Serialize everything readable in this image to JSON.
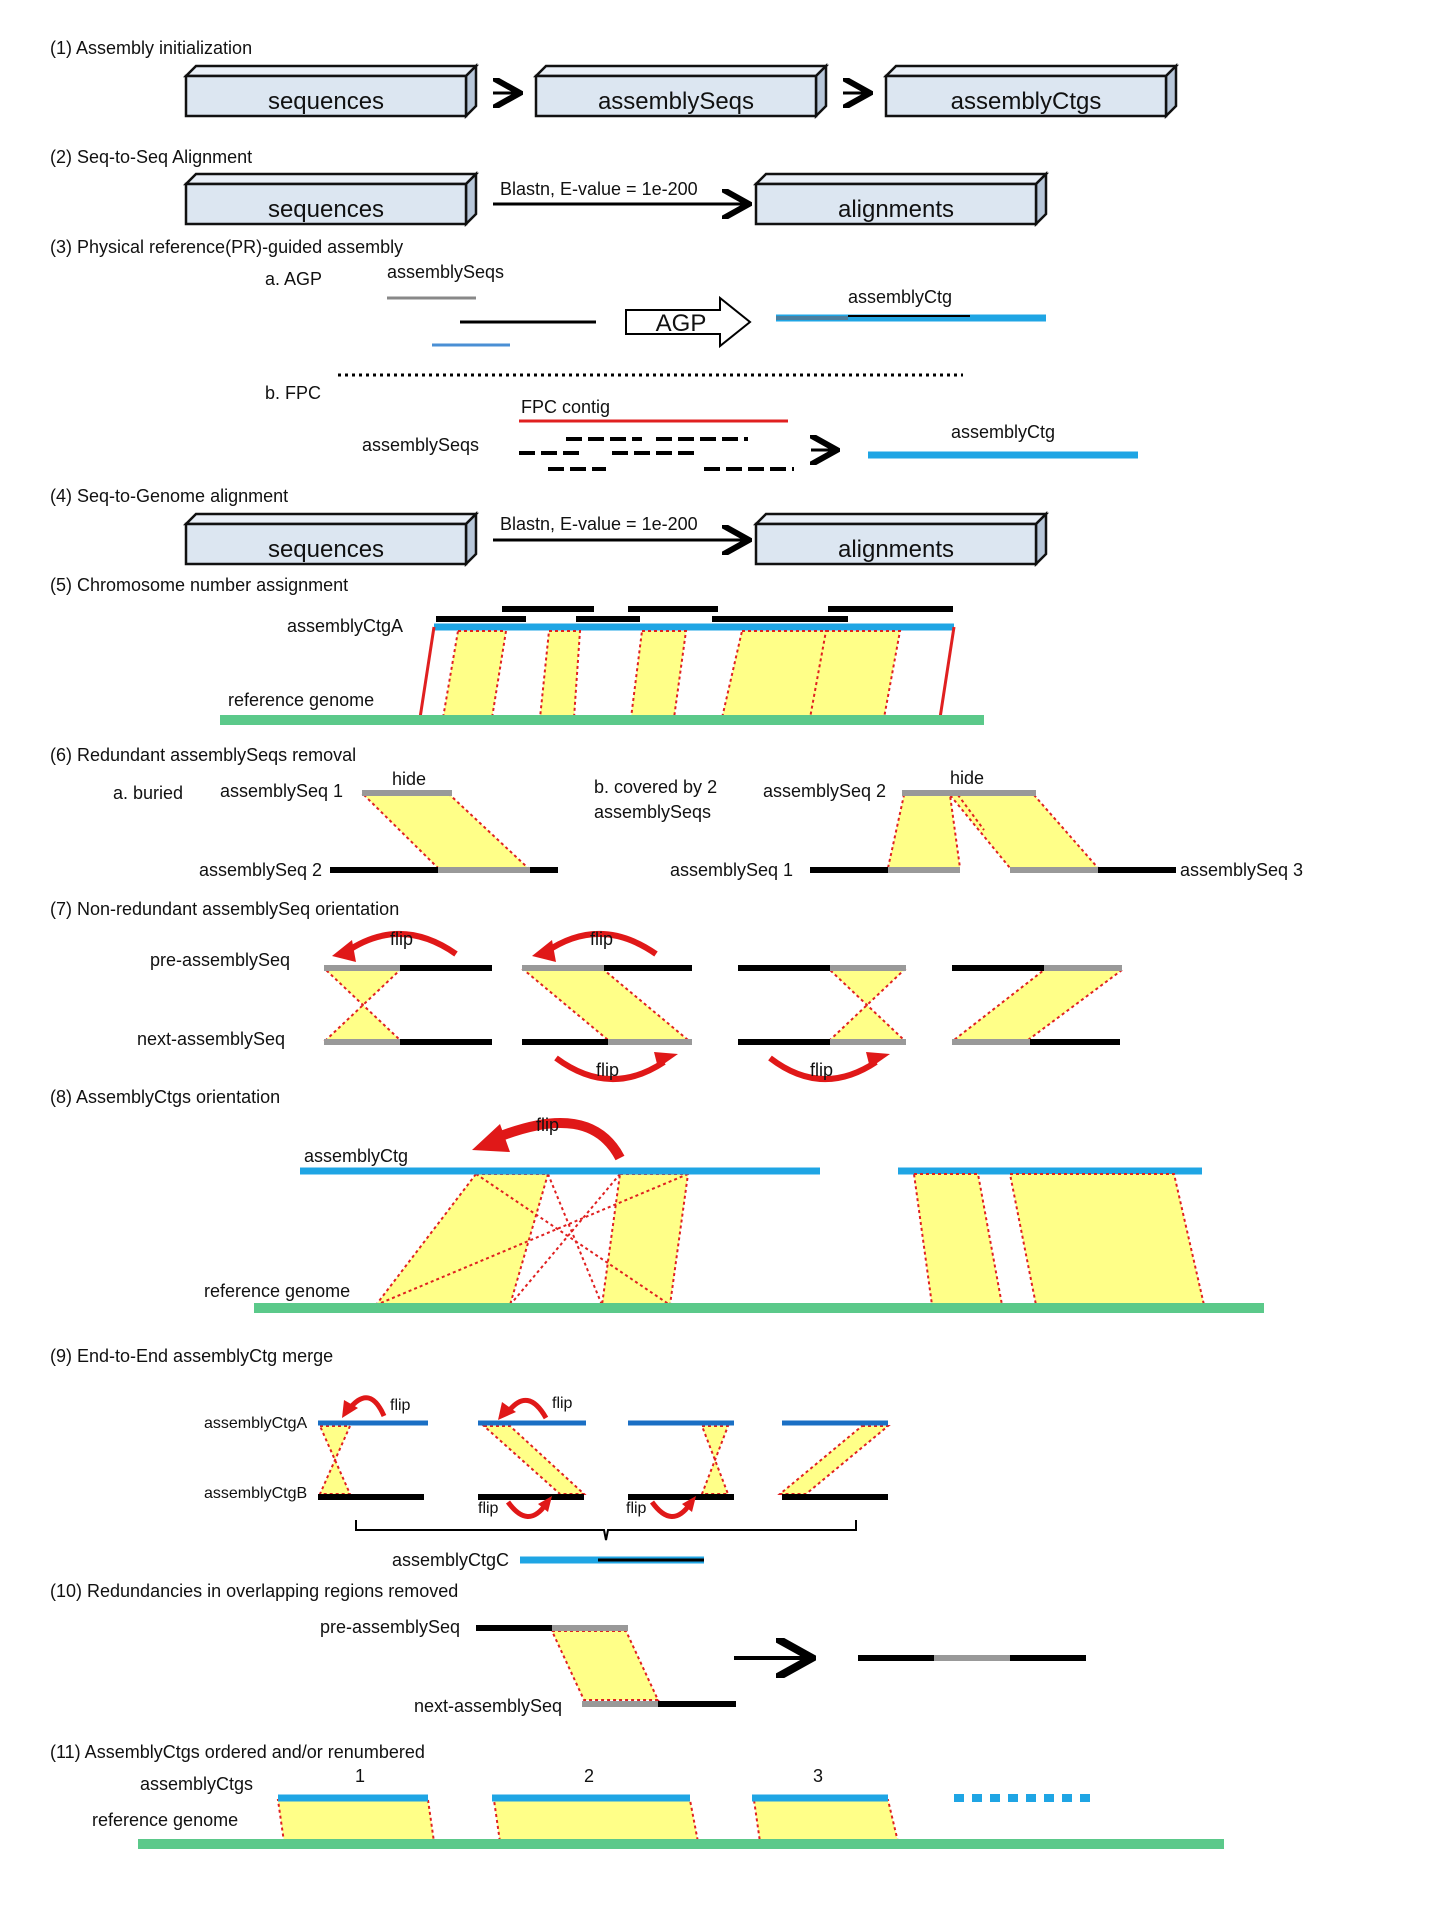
{
  "steps": {
    "s1": "(1) Assembly initialization",
    "s2": "(2) Seq-to-Seq Alignment",
    "s3": "(3) Physical reference(PR)-guided assembly",
    "s4": "(4) Seq-to-Genome alignment",
    "s5": "(5) Chromosome number assignment",
    "s6": "(6) Redundant assemblySeqs removal",
    "s7": "(7) Non-redundant assemblySeq orientation",
    "s8": "(8) AssemblyCtgs orientation",
    "s9": "(9) End-to-End assemblyCtg merge",
    "s10": "(10) Redundancies in overlapping regions removed",
    "s11": "(11) AssemblyCtgs ordered and/or renumbered"
  },
  "boxes": {
    "sequences": "sequences",
    "assemblySeqs": "assemblySeqs",
    "assemblyCtgs": "assemblyCtgs",
    "alignments": "alignments"
  },
  "blastn": "Blastn, E-value = 1e-200",
  "pr": {
    "a_label": "a. AGP",
    "assemblySeqs": "assemblySeqs",
    "agp_arrow": "AGP",
    "assemblyCtg": "assemblyCtg",
    "b_label": "b. FPC",
    "fpc_contig": "FPC contig"
  },
  "s5": {
    "assemblyCtgA": "assemblyCtgA",
    "reference_genome": "reference genome"
  },
  "s6": {
    "a_label": "a. buried",
    "assemblySeq1": "assemblySeq 1",
    "assemblySeq2": "assemblySeq 2",
    "hide": "hide",
    "b_label_1": "b. covered by 2",
    "b_label_2": "assemblySeqs",
    "assemblySeq3": "assemblySeq 3"
  },
  "s7": {
    "pre": "pre-assemblySeq",
    "next": "next-assemblySeq",
    "flip": "flip"
  },
  "s8": {
    "assemblyCtg": "assemblyCtg",
    "reference_genome": "reference genome",
    "flip": "flip"
  },
  "s9": {
    "ctgA": "assemblyCtgA",
    "ctgB": "assemblyCtgB",
    "ctgC": "assemblyCtgC",
    "flip": "flip"
  },
  "s10": {
    "pre": "pre-assemblySeq",
    "next": "next-assemblySeq"
  },
  "s11": {
    "assemblyCtgs": "assemblyCtgs",
    "reference_genome": "reference genome",
    "numbers": [
      "1",
      "2",
      "3"
    ]
  },
  "colors": {
    "blue": "#1fa5e4",
    "green": "#5bc98a",
    "red": "#e02020",
    "yellow": "#ffff88",
    "gray": "#999999",
    "box": "#dce6f1"
  }
}
